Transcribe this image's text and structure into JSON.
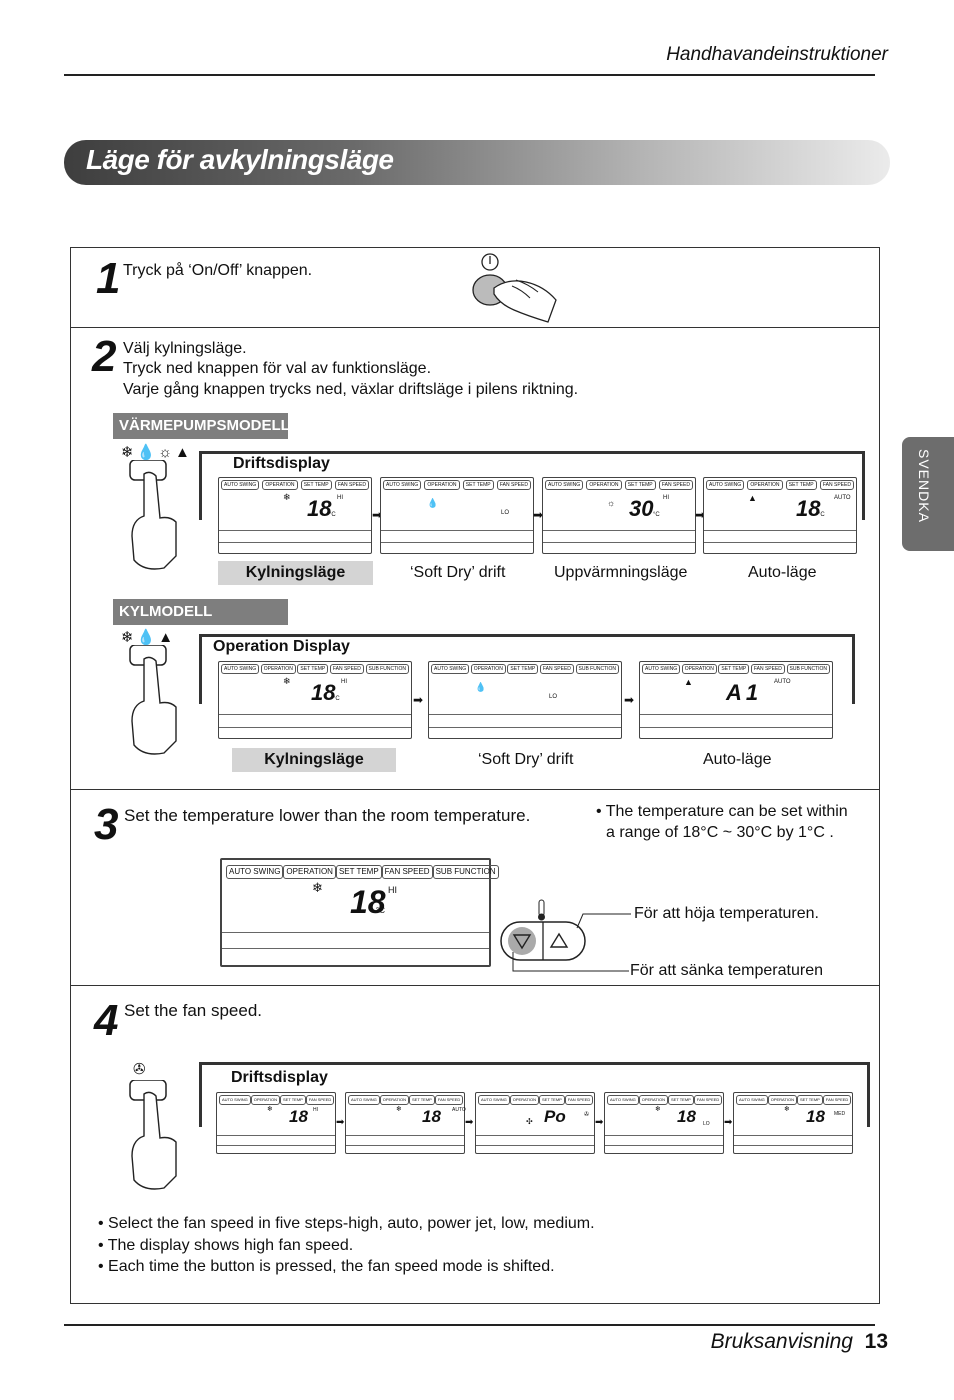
{
  "header": {
    "section_title": "Handhavandeinstruktioner"
  },
  "banner": {
    "title": "Läge för avkylningsläge"
  },
  "side_tab": {
    "label": "SVENDKA"
  },
  "step1": {
    "number": "1",
    "text": "Tryck på ‘On/Off’ knappen."
  },
  "step2": {
    "number": "2",
    "line1": "Välj kylningsläge.",
    "line2": "Tryck ned knappen för val av funktionsläge.",
    "line3": "Varje gång knappen trycks ned, växlar driftsläge i pilens riktning.",
    "heatpump": {
      "label": "VÄRMEPUMPSMODELL",
      "display_title": "Driftsdisplay",
      "modes": [
        "Kylningsläge",
        "‘Soft Dry’ drift",
        "Uppvärmningsläge",
        "Auto-läge"
      ],
      "temps": [
        "18",
        "",
        "30",
        "18"
      ],
      "fan": [
        "HI",
        "LO",
        "HI",
        "AUTO"
      ]
    },
    "cool": {
      "label": "KYLMODELL",
      "display_title": "Operation Display",
      "modes": [
        "Kylningsläge",
        "‘Soft Dry’ drift",
        "Auto-läge"
      ],
      "temps": [
        "18",
        "",
        "A1"
      ],
      "fan": [
        "HI",
        "LO",
        "AUTO"
      ]
    }
  },
  "lcd_tags": [
    "AUTO SWING",
    "OPERATION",
    "SET TEMP",
    "FAN SPEED"
  ],
  "lcd_tags_sub": [
    "AUTO SWING",
    "OPERATION",
    "SET TEMP",
    "FAN SPEED",
    "SUB FUNCTION"
  ],
  "step3": {
    "number": "3",
    "text": "Set the temperature lower than the room temperature.",
    "note_line1": "• The temperature can be set within",
    "note_line2": "a range of 18°C ~ 30°C by 1°C .",
    "lcd_temp": "18",
    "lcd_fan": "HI",
    "raise": "För att höja temperaturen.",
    "lower": "För att sänka temperaturen"
  },
  "step4": {
    "number": "4",
    "text": "Set the fan speed.",
    "display_title": "Driftsdisplay",
    "temps": [
      "18",
      "18",
      "Po",
      "18",
      "18"
    ],
    "fan": [
      "HI",
      "AUTO",
      "",
      "LO",
      "MED"
    ],
    "bullets": [
      "• Select the fan speed in five steps-high, auto, power jet, low, medium.",
      "• The display shows high fan speed.",
      "• Each time the button is pressed, the fan speed mode is shifted."
    ]
  },
  "footer": {
    "label": "Bruksanvisning",
    "page": "13"
  }
}
